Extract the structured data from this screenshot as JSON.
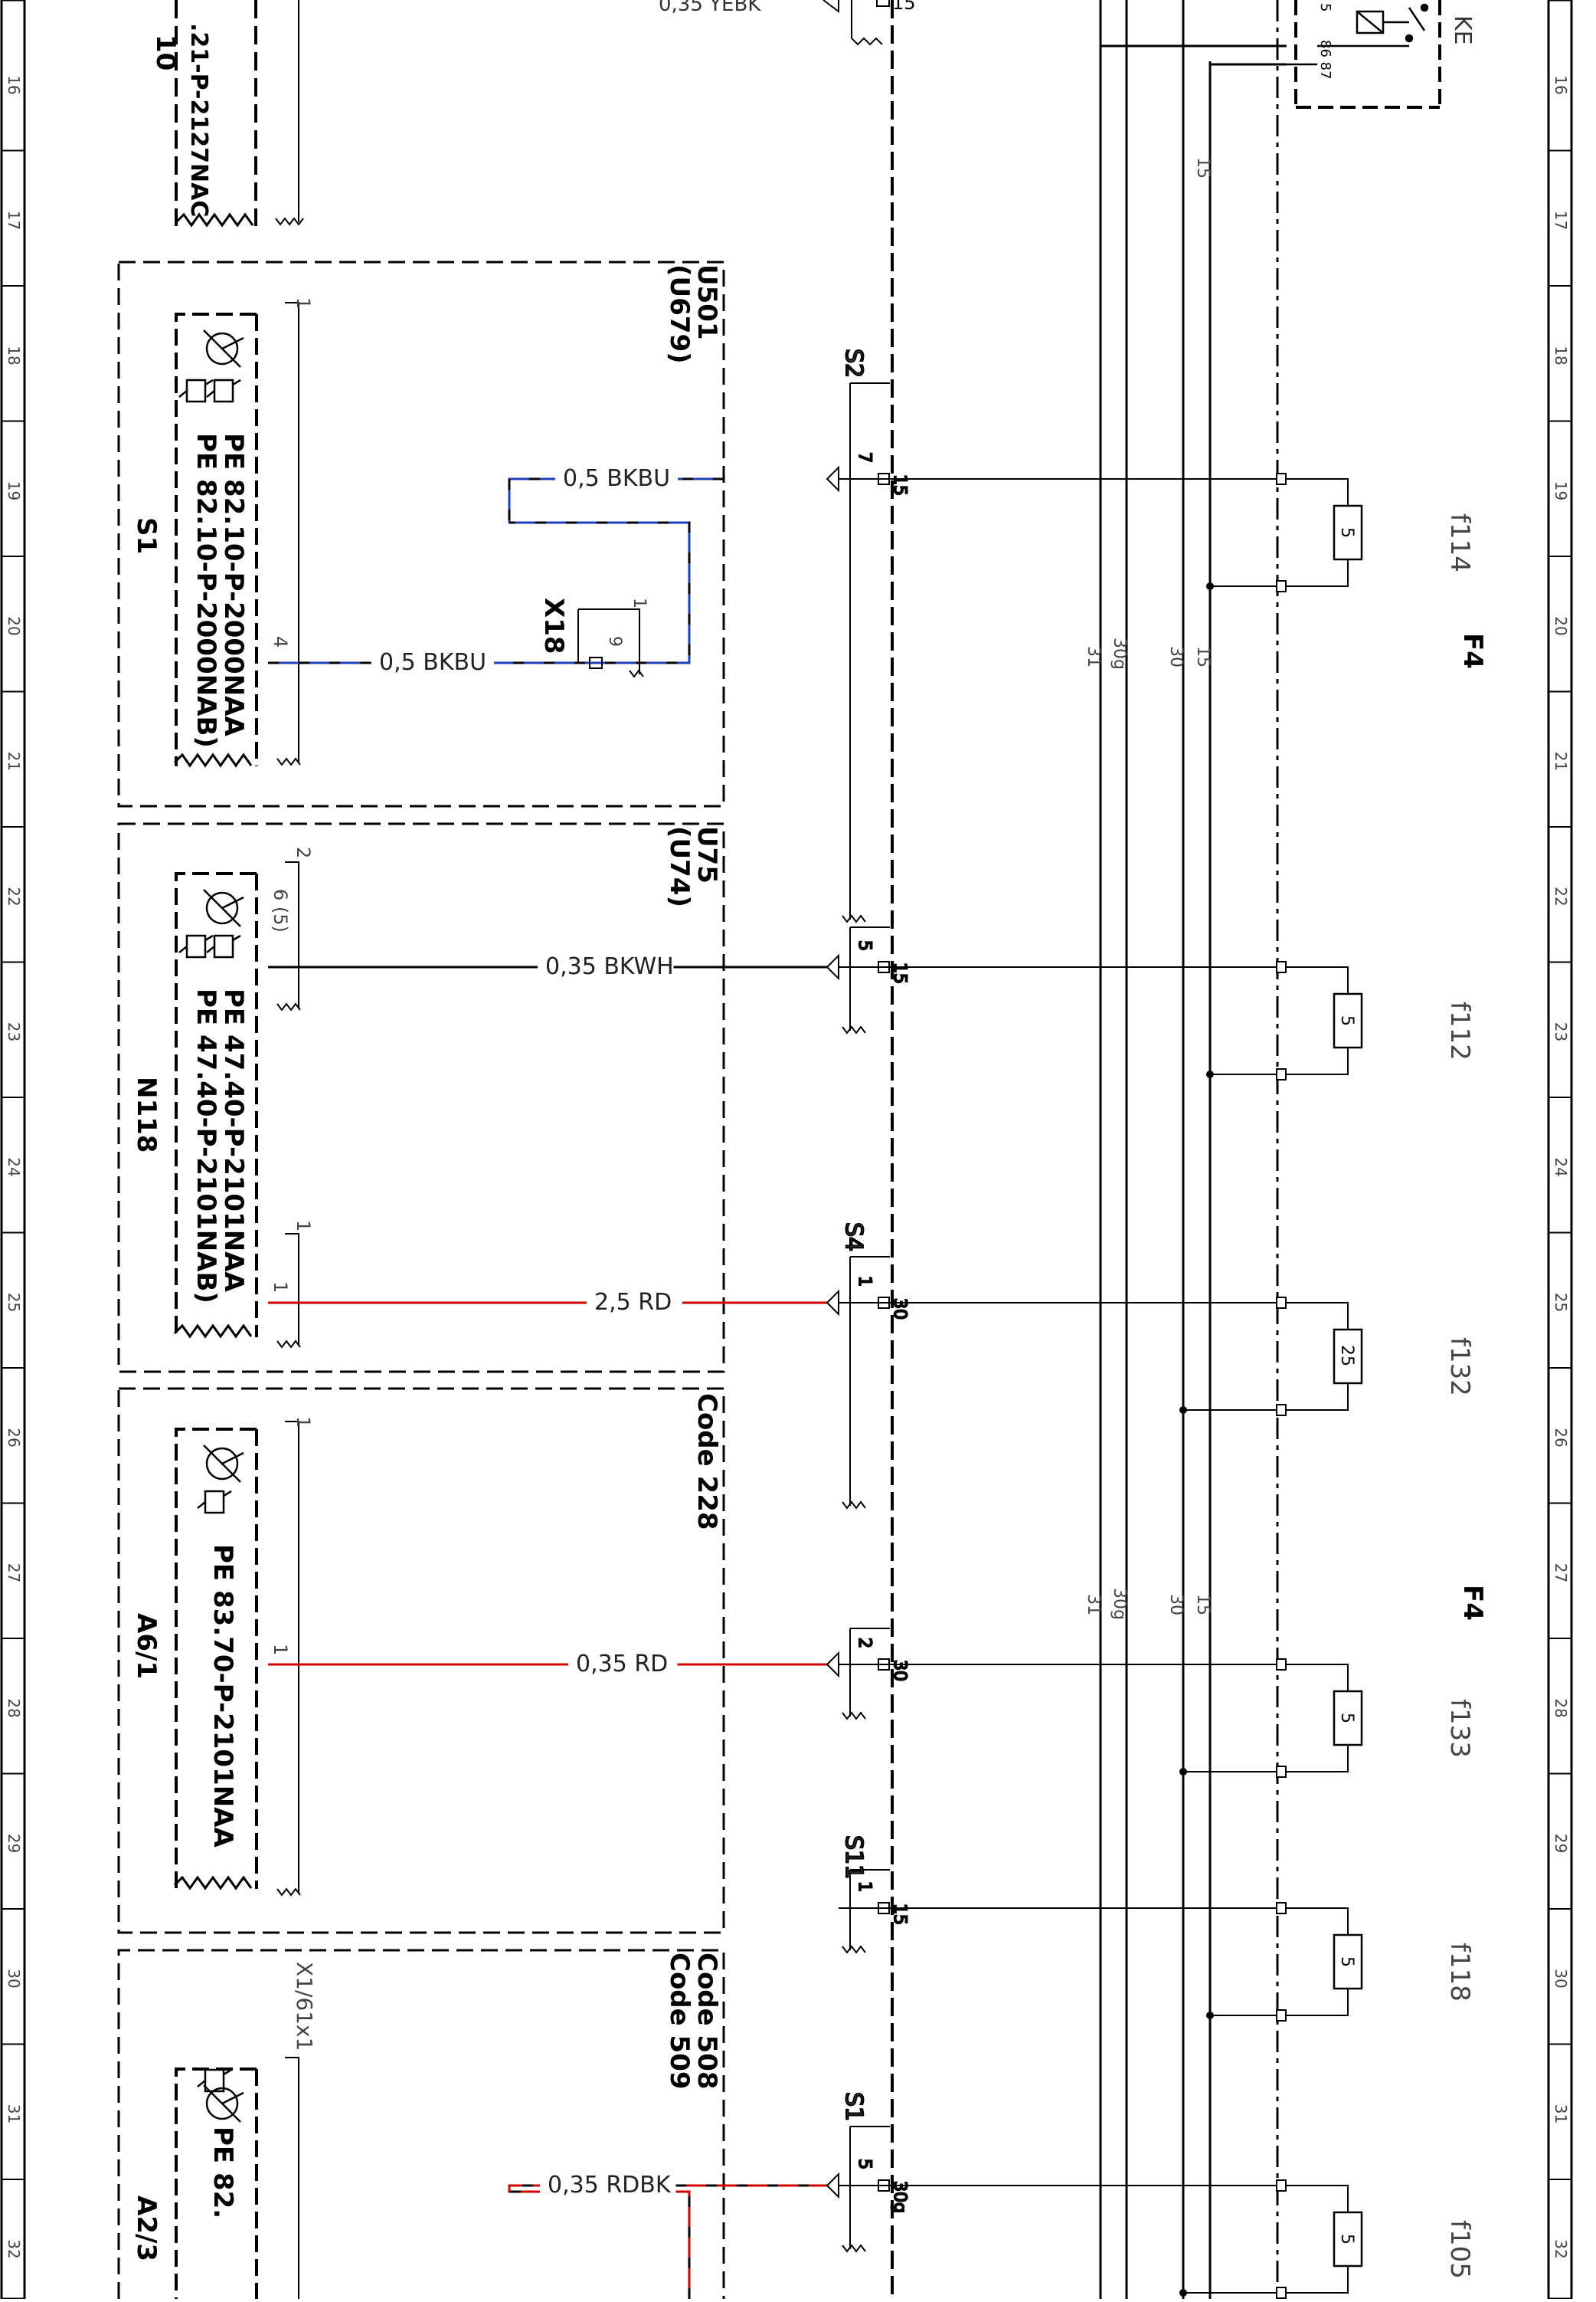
{
  "diagram": {
    "row_numbers": [
      "16",
      "17",
      "18",
      "19",
      "20",
      "21",
      "22",
      "23",
      "24",
      "25",
      "26",
      "27",
      "28",
      "29",
      "30",
      "31",
      "32"
    ],
    "modules": [
      {
        "name": "S1",
        "refs": [
          "PE 82.10-P-2000NAA",
          "PE 82.10-P-2000NAB)"
        ],
        "variant": [
          "U501",
          "(U679)"
        ]
      },
      {
        "name": "N118",
        "refs": [
          "PE 47.40-P-2101NAA",
          "PE 47.40-P-2101NAB)"
        ],
        "variant": [
          "U75",
          "(U74)"
        ]
      },
      {
        "name": "A6/1",
        "refs": [
          "PE 83.70-P-2101NAA"
        ],
        "variant": [
          "Code 228"
        ]
      },
      {
        "name": "A2/3",
        "refs": [
          "PE 82."
        ],
        "variant": [
          "Code 508",
          "Code 509"
        ],
        "connector": "X1/61x1"
      }
    ],
    "top_partial": {
      "module_fragment": "10",
      "ref_fragment": ".21-P-2127NAC",
      "wire_top": "0,35 YEBK",
      "pin_top": "15",
      "relay_pins": "86 87",
      "relay_label": "KE",
      "relay_pin5": "5"
    },
    "wires": [
      {
        "label": "0,5 BKBU",
        "color": "#1f3fbf",
        "striped": true
      },
      {
        "label": "0,5 BKBU",
        "color": "#1f3fbf",
        "striped": true
      },
      {
        "label": "0,35 BKWH",
        "color": "#000000",
        "striped": false
      },
      {
        "label": "2,5 RD",
        "color": "#d40000",
        "striped": false
      },
      {
        "label": "0,35 RD",
        "color": "#d40000",
        "striped": false
      },
      {
        "label": "0,35 RDBK",
        "color": "#d40000",
        "striped": true
      }
    ],
    "connector_x18": {
      "name": "X18",
      "pin1": "1",
      "pin9": "9"
    },
    "splices": [
      {
        "name": "S2",
        "pin": "7",
        "terminal": "15"
      },
      {
        "name": "",
        "pin": "5",
        "terminal": "15"
      },
      {
        "name": "S4",
        "pin": "1",
        "terminal": "30"
      },
      {
        "name": "",
        "pin": "2",
        "terminal": "30"
      },
      {
        "name": "S11",
        "pin": "1",
        "terminal": "15"
      },
      {
        "name": "S1",
        "pin": "5",
        "terminal": "30g"
      }
    ],
    "module_pins": {
      "s1_top": "1",
      "s1_x": "4",
      "n118_top": "2",
      "n118_pin": "6 (5)",
      "n118_second": "1",
      "n118_pin2": "1",
      "a6_top": "1",
      "a6_pin": "1"
    },
    "fuse_box": {
      "name": "F4",
      "bus_labels": [
        "31",
        "30g",
        "30",
        "15"
      ],
      "feed_label": "15"
    },
    "fuses": [
      {
        "name": "f114",
        "rating": "5"
      },
      {
        "name": "f112",
        "rating": "5"
      },
      {
        "name": "f132",
        "rating": "25"
      },
      {
        "name": "f133",
        "rating": "5"
      },
      {
        "name": "f118",
        "rating": "5"
      },
      {
        "name": "f105",
        "rating": "5"
      }
    ],
    "colors": {
      "line": "#000000",
      "blue_wire": "#1f3fbf",
      "red_wire": "#d40000",
      "background": "#ffffff"
    }
  }
}
